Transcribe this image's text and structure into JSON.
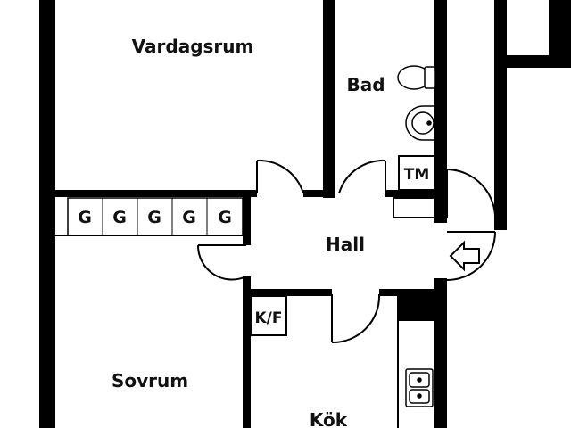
{
  "rooms": {
    "living": "Vardagsrum",
    "bath": "Bad",
    "hall": "Hall",
    "bedroom": "Sovrum",
    "kitchen": "Kök"
  },
  "fixtures": {
    "washer_dryer": "TM",
    "fridge_freezer": "K/F",
    "wardrobe_label": "G",
    "wardrobe_count": 5
  },
  "colors": {
    "wall": "#000000",
    "floor": "#ffffff",
    "line": "#000000"
  }
}
